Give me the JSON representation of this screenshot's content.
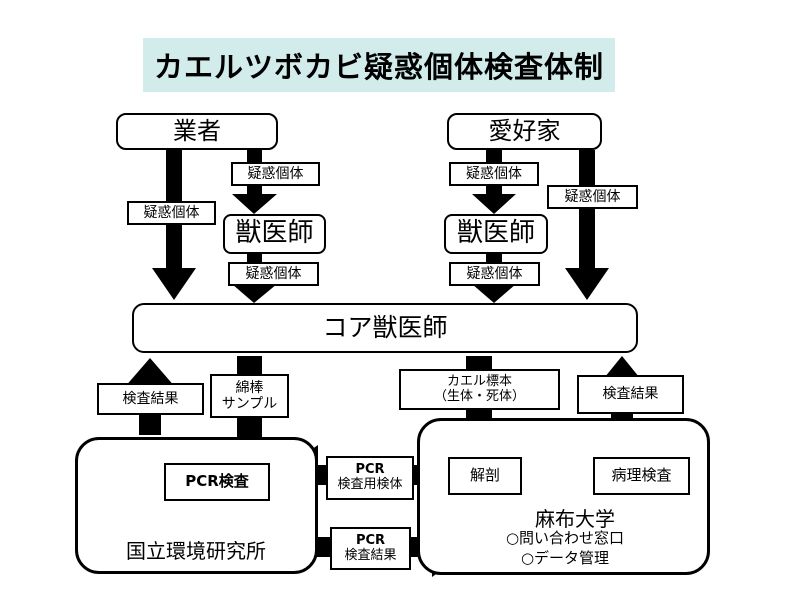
{
  "title": "カエルツボカビ疑惑個体検査体制",
  "nodes": {
    "gyosha": "業者",
    "aikoka": "愛好家",
    "vet_left": "獣医師",
    "vet_right": "獣医師",
    "core_vet": "コア獣医師",
    "pcr_test": "PCR検査",
    "kaibo": "解剖",
    "byori": "病理検査",
    "nies": "国立環境研究所",
    "azabu": "麻布大学",
    "azabu_contact": "○問い合わせ窓口",
    "azabu_data": "○データ管理"
  },
  "edge_labels": {
    "suspect_1": "疑惑個体",
    "suspect_2": "疑惑個体",
    "suspect_3": "疑惑個体",
    "suspect_4": "疑惑個体",
    "suspect_5": "疑惑個体",
    "suspect_6": "疑惑個体",
    "result_left": "検査結果",
    "result_right": "検査結果",
    "swab_1": "綿棒",
    "swab_2": "サンプル",
    "specimen_1": "カエル標本",
    "specimen_2": "（生体・死体）",
    "pcr_sample_1": "PCR",
    "pcr_sample_2": "検査用検体",
    "pcr_result_1": "PCR",
    "pcr_result_2": "検査結果"
  },
  "colors": {
    "title_bg": "#d2ecec",
    "arrow": "#000000"
  }
}
